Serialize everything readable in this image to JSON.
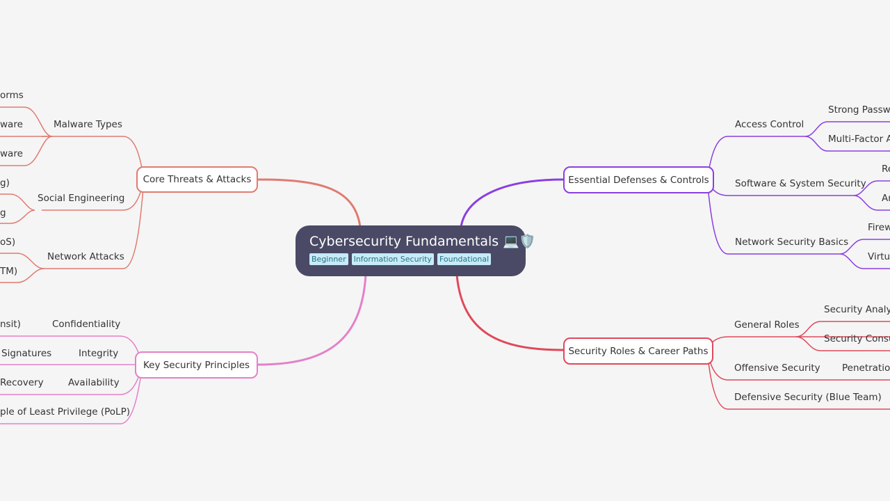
{
  "root": {
    "title": "Cybersecurity Fundamentals 💻🛡️",
    "tags": [
      "Beginner",
      "Information Security",
      "Foundational"
    ]
  },
  "branches": {
    "threats": {
      "label": "Core Threats & Attacks",
      "color": "#e07b70",
      "malware": {
        "label": "Malware Types",
        "items": [
          "orms",
          "ware",
          "ware"
        ]
      },
      "social": {
        "label": "Social Engineering",
        "items": [
          "g)",
          "g"
        ]
      },
      "network": {
        "label": "Network Attacks",
        "items": [
          "oS)",
          "TM)"
        ]
      }
    },
    "principles": {
      "label": "Key Security Principles",
      "color": "#e480c8",
      "confidentiality": {
        "label": "Confidentiality",
        "child": "nsit)"
      },
      "integrity": {
        "label": "Integrity",
        "child": "Signatures"
      },
      "availability": {
        "label": "Availability",
        "child": "Recovery"
      },
      "polp": {
        "label": "ple of Least Privilege (PoLP)"
      }
    },
    "defenses": {
      "label": "Essential Defenses & Controls",
      "color": "#8a3fe0",
      "access": {
        "label": "Access Control",
        "items": [
          "Strong Passwo",
          "Multi-Factor Au"
        ]
      },
      "software": {
        "label": "Software & System Security",
        "items": [
          "Re",
          "An"
        ]
      },
      "network": {
        "label": "Network Security Basics",
        "items": [
          "Firew",
          "Virtua"
        ]
      }
    },
    "careers": {
      "label": "Security Roles & Career Paths",
      "color": "#e0485a",
      "general": {
        "label": "General Roles",
        "items": [
          "Security Analyst",
          "Security Consult"
        ]
      },
      "offensive": {
        "label": "Offensive Security",
        "child": "Penetration"
      },
      "defensive": {
        "label": "Defensive Security (Blue Team)"
      }
    }
  }
}
